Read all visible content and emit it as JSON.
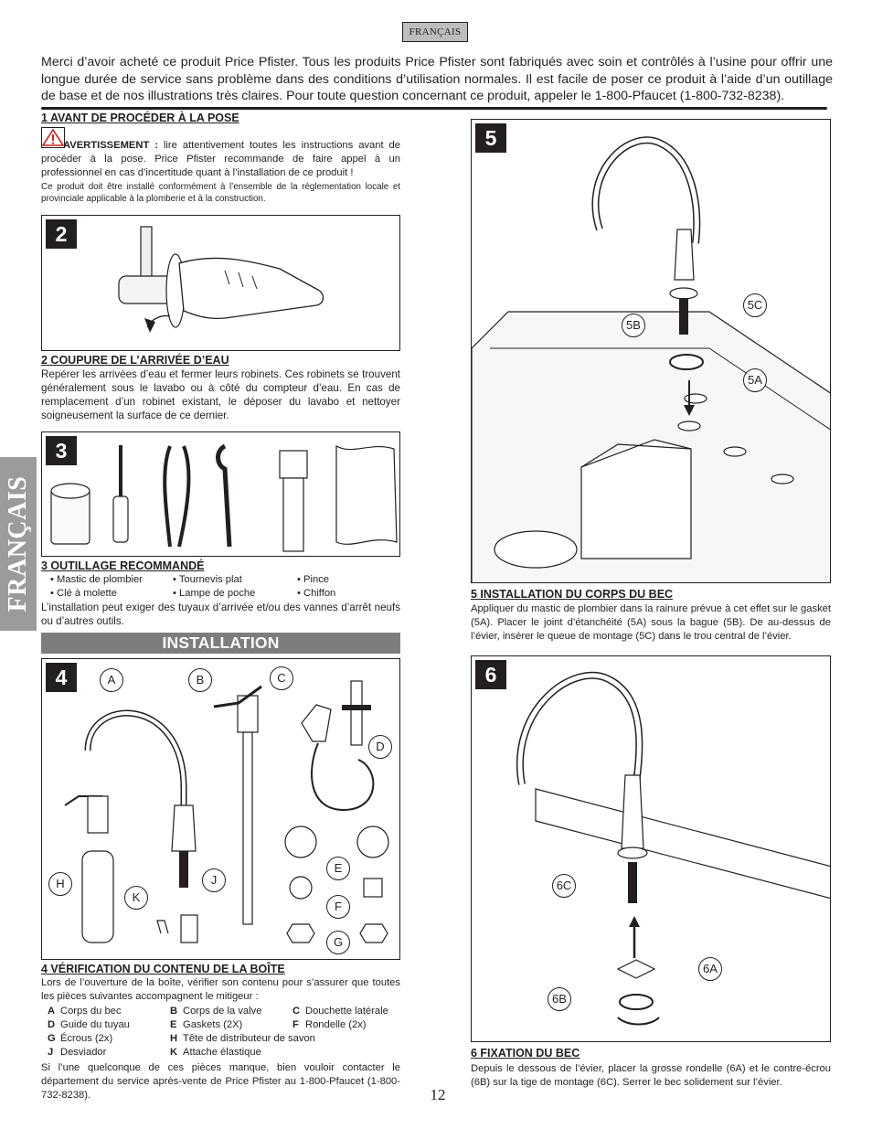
{
  "header": {
    "language_tag": "FRANÇAIS"
  },
  "intro": "Merci d’avoir acheté ce produit Price Pfister. Tous les produits Price Pfister sont fabriqués avec soin et contrôlés à l’usine pour offrir une longue durée de service sans problème dans des conditions d’utilisation normales. Il est facile de poser ce produit à l’aide d’un outillage de base et de nos illustrations très claires. Pour toute question concernant ce produit, appeler le 1-800-Pfaucet (1-800-732-8238).",
  "side_tab": "FRANÇAIS",
  "section1": {
    "title": "1   AVANT DE PROCÉDER À LA POSE",
    "warning_label": "AVERTISSEMENT :",
    "warning_text": " lire attentivement toutes les instructions avant de procéder à la pose. Price Pfister recommande de faire appel à un professionnel en cas d’incertitude quant à l’installation de ce produit !",
    "note": "Ce produit doit être installé conformément à l’ensemble de la réglementation locale et provinciale applicable à la plomberie et à la construction."
  },
  "figure2": {
    "number": "2"
  },
  "section2": {
    "title": "2   COUPURE DE L’ARRIVÉE D’EAU",
    "text": "Repérer les arrivées d’eau et fermer leurs robinets. Ces robinets se trouvent généralement sous le lavabo ou à côté du compteur d’eau. En cas de remplacement d’un robinet existant, le déposer du lavabo et nettoyer soigneusement la surface de ce dernier."
  },
  "figure3": {
    "number": "3"
  },
  "section3": {
    "title": "3   OUTILLAGE RECOMMANDÉ",
    "tools": [
      "• Mastic de plombier",
      "• Tournevis plat",
      "• Pince",
      "• Clé à molette",
      "• Lampe de poche",
      "• Chiffon"
    ],
    "note": "L’installation peut exiger des tuyaux d’arrivée et/ou des vannes d’arrêt neufs ou d’autres outils."
  },
  "installation_banner": "INSTALLATION",
  "figure4": {
    "number": "4",
    "callouts": [
      "A",
      "B",
      "C",
      "D",
      "E",
      "F",
      "G",
      "H",
      "J",
      "K"
    ]
  },
  "section4": {
    "title": "4  VÉRIFICATION DU CONTENU DE LA BOÎTE",
    "text": "Lors de l’ouverture de la boîte, vérifier son contenu pour s’assurer que toutes les pièces suivantes accompagnent le mitigeur :",
    "parts": [
      [
        {
          "k": "A",
          "v": "Corps du bec"
        },
        {
          "k": "B",
          "v": "Corps de la valve"
        },
        {
          "k": "C",
          "v": "Douchette latérale"
        }
      ],
      [
        {
          "k": "D",
          "v": "Guide du tuyau"
        },
        {
          "k": "E",
          "v": "Gaskets (2X)"
        },
        {
          "k": "F",
          "v": "Rondelle (2x)"
        }
      ],
      [
        {
          "k": "G",
          "v": "Écrous (2x)"
        },
        {
          "k": "H",
          "v": "Tête de distributeur de savon"
        }
      ],
      [
        {
          "k": "J",
          "v": "Desviador"
        },
        {
          "k": "K",
          "v": "Attache élastique"
        }
      ]
    ],
    "footer": "Si l’une quelconque de ces pièces manque, bien vouloir contacter le département du service après-vente de Price Pfister au 1-800-Pfaucet (1-800-732-8238)."
  },
  "figure5": {
    "number": "5",
    "callouts": [
      "5B",
      "5C",
      "5A"
    ]
  },
  "section5": {
    "title": "5  INSTALLATION DU CORPS DU BEC",
    "text": "Appliquer du mastic de plombier dans la rainure prévue à cet effet sur le gasket (5A). Placer le joint d’étanchéité (5A) sous la bague (5B). De au-dessus de l’évier, insérer le queue de montage (5C) dans le trou central de l’évier."
  },
  "figure6": {
    "number": "6",
    "callouts": [
      "6C",
      "6A",
      "6B"
    ]
  },
  "section6": {
    "title": "6  FIXATION DU BEC",
    "text": "Depuis le dessous de l’évier, placer la grosse rondelle (6A) et le contre-écrou (6B) sur la tige de montage (6C). Serrer le bec solidement sur l’évier."
  },
  "page_number": "12"
}
